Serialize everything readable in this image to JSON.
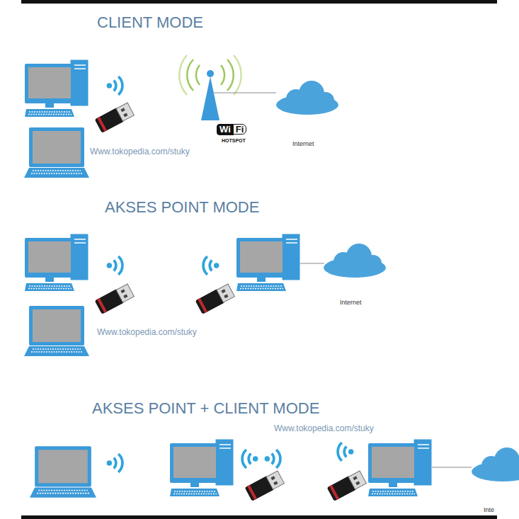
{
  "diagram": {
    "labels": [
      "CLIENT MODE",
      "Wi",
      "Fi",
      "HOTSPOT",
      "Www.tokopedia.com/stuky",
      "Internet",
      "AKSES POINT MODE",
      "Www.tokopedia.com/stuky",
      "Internet",
      "AKSES POINT + CLIENT MODE",
      "Www.tokopedia.com/stuky",
      "Inte"
    ]
  }
}
